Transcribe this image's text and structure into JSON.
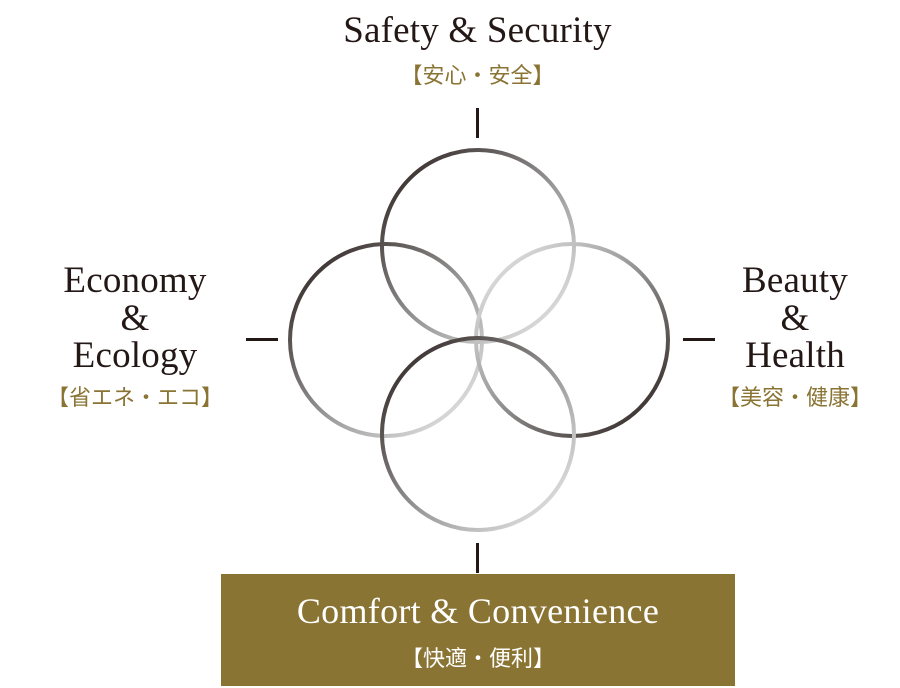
{
  "top": {
    "title": "Safety & Security",
    "subtitle": "【安心・安全】"
  },
  "left": {
    "title_lines": [
      "Economy",
      "&",
      "Ecology"
    ],
    "subtitle": "【省エネ・エコ】"
  },
  "right": {
    "title_lines": [
      "Beauty",
      "&",
      "Health"
    ],
    "subtitle": "【美容・健康】"
  },
  "bottom": {
    "title": "Comfort & Convenience",
    "subtitle": "【快適・便利】"
  },
  "colors": {
    "text": "#231815",
    "accent_gold": "#8a7434",
    "box_text": "#ffffff",
    "ring_dark": "#231815",
    "ring_light": "#e8e8e8"
  }
}
